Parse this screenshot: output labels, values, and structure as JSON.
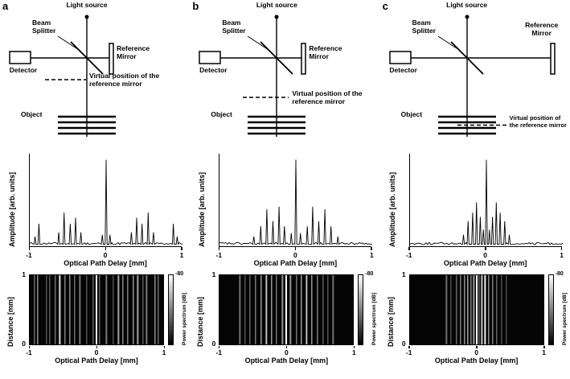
{
  "figure": {
    "panel_labels": [
      "a",
      "b",
      "c"
    ],
    "schematic_labels": {
      "light_source": "Light source",
      "beam_splitter": "Beam Splitter",
      "detector": "Detector",
      "reference_mirror": "Reference Mirror",
      "object": "Object",
      "virtual_position": "Virtual position of the reference mirror"
    },
    "amplitude_axes": {
      "ylabel": "Amplitude [arb. units]",
      "xlabel": "Optical Path Delay [mm]",
      "x_ticks": [
        "-1",
        "0",
        "1"
      ]
    },
    "spectrum_axes": {
      "ylabel": "Distance [mm]",
      "xlabel": "Optical Path Delay [mm]",
      "x_ticks": [
        "-1",
        "0",
        "1"
      ],
      "y_ticks": [
        "1",
        "0"
      ],
      "colorbar_label": "Power spectrum [dB]",
      "colorbar_tick": "-80"
    }
  },
  "chart_data": [
    {
      "type": "line",
      "panel": "a",
      "title": "",
      "xlabel": "Optical Path Delay [mm]",
      "ylabel": "Amplitude [arb. units]",
      "xlim": [
        -1,
        1
      ],
      "ylim": [
        0,
        1
      ],
      "peaks": [
        {
          "x": -0.93,
          "amp": 0.1
        },
        {
          "x": -0.88,
          "amp": 0.25
        },
        {
          "x": -0.62,
          "amp": 0.15
        },
        {
          "x": -0.55,
          "amp": 0.38
        },
        {
          "x": -0.47,
          "amp": 0.25
        },
        {
          "x": -0.4,
          "amp": 0.32
        },
        {
          "x": -0.33,
          "amp": 0.15
        },
        {
          "x": -0.05,
          "amp": 0.12
        },
        {
          "x": 0,
          "amp": 1.0
        },
        {
          "x": 0.05,
          "amp": 0.12
        },
        {
          "x": 0.33,
          "amp": 0.15
        },
        {
          "x": 0.4,
          "amp": 0.32
        },
        {
          "x": 0.47,
          "amp": 0.25
        },
        {
          "x": 0.55,
          "amp": 0.38
        },
        {
          "x": 0.62,
          "amp": 0.15
        },
        {
          "x": 0.88,
          "amp": 0.25
        },
        {
          "x": 0.93,
          "amp": 0.1
        }
      ]
    },
    {
      "type": "line",
      "panel": "b",
      "title": "",
      "xlabel": "Optical Path Delay [mm]",
      "ylabel": "Amplitude [arb. units]",
      "xlim": [
        -1,
        1
      ],
      "ylim": [
        0,
        1
      ],
      "peaks": [
        {
          "x": -0.55,
          "amp": 0.1
        },
        {
          "x": -0.46,
          "amp": 0.22
        },
        {
          "x": -0.38,
          "amp": 0.42
        },
        {
          "x": -0.3,
          "amp": 0.28
        },
        {
          "x": -0.22,
          "amp": 0.45
        },
        {
          "x": -0.15,
          "amp": 0.22
        },
        {
          "x": -0.06,
          "amp": 0.14
        },
        {
          "x": 0,
          "amp": 1.0
        },
        {
          "x": 0.06,
          "amp": 0.14
        },
        {
          "x": 0.15,
          "amp": 0.22
        },
        {
          "x": 0.22,
          "amp": 0.45
        },
        {
          "x": 0.3,
          "amp": 0.28
        },
        {
          "x": 0.38,
          "amp": 0.42
        },
        {
          "x": 0.46,
          "amp": 0.22
        },
        {
          "x": 0.55,
          "amp": 0.1
        }
      ]
    },
    {
      "type": "line",
      "panel": "c",
      "title": "",
      "xlabel": "Optical Path Delay [mm]",
      "ylabel": "Amplitude [arb. units]",
      "xlim": [
        -1,
        1
      ],
      "ylim": [
        0,
        1
      ],
      "peaks": [
        {
          "x": -0.3,
          "amp": 0.12
        },
        {
          "x": -0.24,
          "amp": 0.28
        },
        {
          "x": -0.18,
          "amp": 0.38
        },
        {
          "x": -0.13,
          "amp": 0.5
        },
        {
          "x": -0.08,
          "amp": 0.33
        },
        {
          "x": -0.04,
          "amp": 0.18
        },
        {
          "x": 0,
          "amp": 1.0
        },
        {
          "x": 0.04,
          "amp": 0.18
        },
        {
          "x": 0.08,
          "amp": 0.33
        },
        {
          "x": 0.13,
          "amp": 0.5
        },
        {
          "x": 0.18,
          "amp": 0.38
        },
        {
          "x": 0.24,
          "amp": 0.28
        },
        {
          "x": 0.3,
          "amp": 0.12
        }
      ]
    },
    {
      "type": "heatmap",
      "panel": "a",
      "xlabel": "Optical Path Delay [mm]",
      "ylabel": "Distance [mm]",
      "xlim": [
        -1,
        1
      ],
      "ylim": [
        0,
        1
      ],
      "colorbar_label": "Power spectrum [dB]",
      "colorbar_range": [
        -80,
        0
      ],
      "stripes": [
        {
          "x": -0.93,
          "b": 0.4
        },
        {
          "x": -0.88,
          "b": 0.7
        },
        {
          "x": -0.75,
          "b": 0.2
        },
        {
          "x": -0.7,
          "b": 0.25
        },
        {
          "x": -0.62,
          "b": 0.45
        },
        {
          "x": -0.55,
          "b": 0.8
        },
        {
          "x": -0.47,
          "b": 0.6
        },
        {
          "x": -0.4,
          "b": 0.7
        },
        {
          "x": -0.33,
          "b": 0.45
        },
        {
          "x": -0.25,
          "b": 0.15
        },
        {
          "x": -0.15,
          "b": 0.18
        },
        {
          "x": -0.05,
          "b": 0.35
        },
        {
          "x": 0,
          "b": 1.0
        },
        {
          "x": 0.05,
          "b": 0.35
        },
        {
          "x": 0.15,
          "b": 0.18
        },
        {
          "x": 0.25,
          "b": 0.15
        },
        {
          "x": 0.33,
          "b": 0.45
        },
        {
          "x": 0.4,
          "b": 0.7
        },
        {
          "x": 0.47,
          "b": 0.6
        },
        {
          "x": 0.55,
          "b": 0.8
        },
        {
          "x": 0.62,
          "b": 0.45
        },
        {
          "x": 0.7,
          "b": 0.25
        },
        {
          "x": 0.75,
          "b": 0.2
        },
        {
          "x": 0.88,
          "b": 0.7
        },
        {
          "x": 0.93,
          "b": 0.4
        }
      ]
    },
    {
      "type": "heatmap",
      "panel": "b",
      "xlabel": "Optical Path Delay [mm]",
      "ylabel": "Distance [mm]",
      "xlim": [
        -1,
        1
      ],
      "ylim": [
        0,
        1
      ],
      "colorbar_label": "Power spectrum [dB]",
      "colorbar_range": [
        -80,
        0
      ],
      "stripes": [
        {
          "x": -0.7,
          "b": 0.15
        },
        {
          "x": -0.62,
          "b": 0.2
        },
        {
          "x": -0.55,
          "b": 0.3
        },
        {
          "x": -0.46,
          "b": 0.55
        },
        {
          "x": -0.38,
          "b": 0.8
        },
        {
          "x": -0.3,
          "b": 0.6
        },
        {
          "x": -0.22,
          "b": 0.85
        },
        {
          "x": -0.15,
          "b": 0.5
        },
        {
          "x": -0.06,
          "b": 0.35
        },
        {
          "x": 0,
          "b": 1.0
        },
        {
          "x": 0.06,
          "b": 0.35
        },
        {
          "x": 0.15,
          "b": 0.5
        },
        {
          "x": 0.22,
          "b": 0.85
        },
        {
          "x": 0.3,
          "b": 0.6
        },
        {
          "x": 0.38,
          "b": 0.8
        },
        {
          "x": 0.46,
          "b": 0.55
        },
        {
          "x": 0.55,
          "b": 0.3
        },
        {
          "x": 0.62,
          "b": 0.2
        },
        {
          "x": 0.7,
          "b": 0.15
        }
      ]
    },
    {
      "type": "heatmap",
      "panel": "c",
      "xlabel": "Optical Path Delay [mm]",
      "ylabel": "Distance [mm]",
      "xlim": [
        -1,
        1
      ],
      "ylim": [
        0,
        1
      ],
      "colorbar_label": "Power spectrum [dB]",
      "colorbar_range": [
        -80,
        0
      ],
      "stripes": [
        {
          "x": -0.45,
          "b": 0.12
        },
        {
          "x": -0.38,
          "b": 0.15
        },
        {
          "x": -0.3,
          "b": 0.35
        },
        {
          "x": -0.24,
          "b": 0.6
        },
        {
          "x": -0.18,
          "b": 0.75
        },
        {
          "x": -0.13,
          "b": 0.9
        },
        {
          "x": -0.08,
          "b": 0.65
        },
        {
          "x": -0.04,
          "b": 0.4
        },
        {
          "x": 0,
          "b": 1.0
        },
        {
          "x": 0.04,
          "b": 0.4
        },
        {
          "x": 0.08,
          "b": 0.65
        },
        {
          "x": 0.13,
          "b": 0.9
        },
        {
          "x": 0.18,
          "b": 0.75
        },
        {
          "x": 0.24,
          "b": 0.6
        },
        {
          "x": 0.3,
          "b": 0.35
        },
        {
          "x": 0.38,
          "b": 0.15
        },
        {
          "x": 0.45,
          "b": 0.12
        }
      ]
    }
  ]
}
